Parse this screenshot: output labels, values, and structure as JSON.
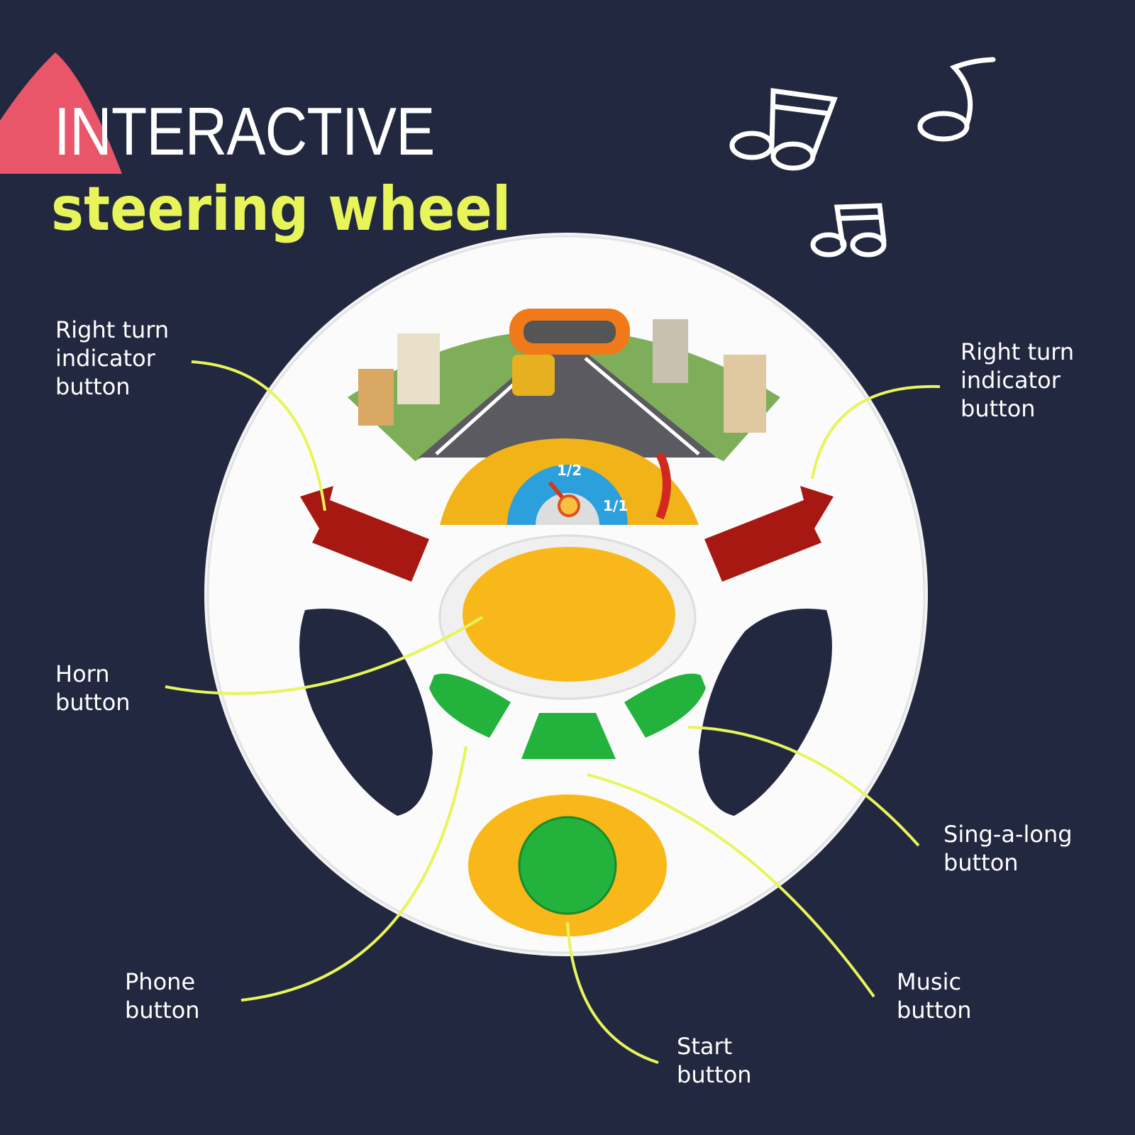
{
  "header": {
    "title_line1": "INTERACTIVE",
    "title_line2": "steering wheel"
  },
  "gauge": {
    "half_label": "1/2",
    "full_label": "1/1"
  },
  "labels": {
    "left_turn": "Right turn\nindicator\nbutton",
    "right_turn": "Right turn\nindicator\nbutton",
    "horn": "Horn\nbutton",
    "phone": "Phone\nbutton",
    "start": "Start\nbutton",
    "music": "Music\nbutton",
    "sing_along": "Sing-a-long\nbutton"
  },
  "colors": {
    "background": "#232841",
    "accent_yellow": "#e8f55a",
    "accent_pink": "#e9566a"
  }
}
